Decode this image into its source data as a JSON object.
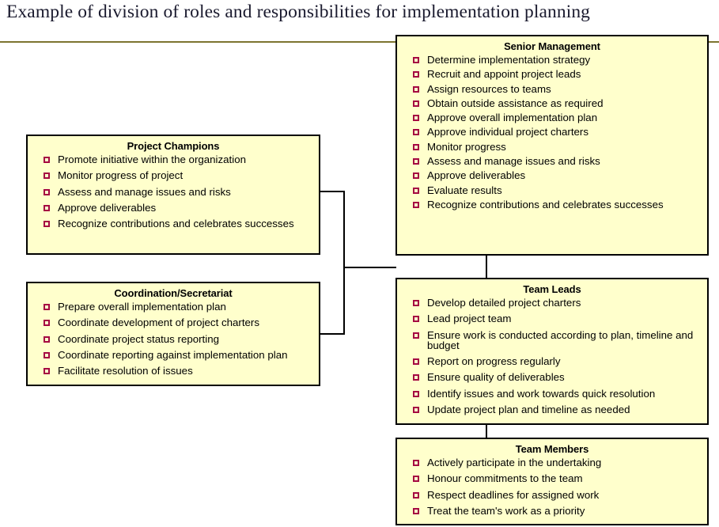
{
  "page": {
    "title": "Example of division of roles and responsibilities for implementation planning",
    "rule_color": "#7d7430",
    "box_fill_color": "#ffffcc",
    "box_border_color": "#000000",
    "bullet_color": "#a50842",
    "bullet_icon": "hollow-square-bullet-icon"
  },
  "boxes": {
    "senior_management": {
      "title": "Senior Management",
      "items": [
        "Determine implementation strategy",
        "Recruit and appoint project leads",
        "Assign resources to teams",
        "Obtain outside  assistance  as required",
        "Approve overall implementation plan",
        "Approve individual project charters",
        "Monitor progress",
        "Assess and  manage issues  and risks",
        "Approve deliverables",
        "Evaluate results",
        "Recognize contributions  and celebrates successes"
      ]
    },
    "project_champions": {
      "title": "Project Champions",
      "items": [
        "Promote initiative within the organization",
        "Monitor progress  of project",
        "Assess and  manage issues  and risks",
        "Approve deliverables",
        "Recognize contributions  and celebrates successes"
      ]
    },
    "coordination_secretariat": {
      "title": "Coordination/Secretariat",
      "items": [
        "Prepare overall implementation  plan",
        "Coordinate development of project charters",
        "Coordinate project status reporting",
        "Coordinate reporting against implementation plan",
        "Facilitate resolution of issues"
      ]
    },
    "team_leads": {
      "title": "Team Leads",
      "items": [
        "Develop detailed  project charters",
        "Lead project team",
        "Ensure work is  conducted according to  plan, timeline and budget",
        "Report on progress  regularly",
        "Ensure quality  of deliverables",
        "Identify issues and work towards  quick resolution",
        "Update project plan  and timeline as needed"
      ]
    },
    "team_members": {
      "title": "Team Members",
      "items": [
        "Actively participate in the undertaking",
        "Honour commitments to the  team",
        "Respect deadlines  for assigned  work",
        "Treat the team's work as a priority"
      ]
    }
  },
  "connectors": [
    "project-champions-to-bus",
    "coordination-to-bus",
    "left-vertical-bus",
    "bus-to-right-column",
    "senior-management-to-team-leads",
    "team-leads-to-team-members"
  ]
}
